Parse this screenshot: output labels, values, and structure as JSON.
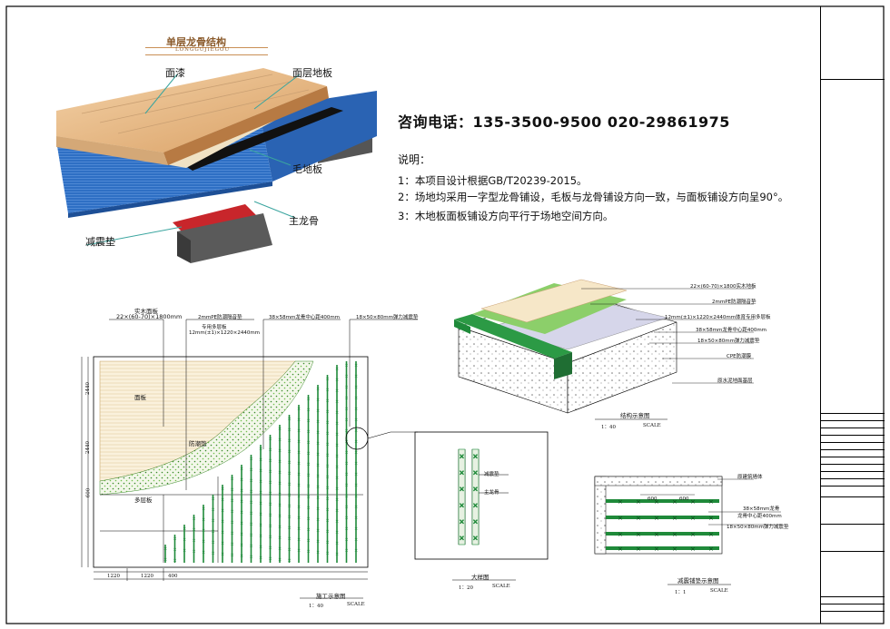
{
  "header": {
    "title_cn": "单层龙骨结构",
    "title_pinyin": "LONGGUJIEGOU"
  },
  "iso_labels": {
    "paint": "面漆",
    "surface_floor": "面层地板",
    "rough_floor": "毛地板",
    "main_keel": "主龙骨",
    "shock_pad": "减震垫"
  },
  "contact": {
    "phone_line": "咨询电话：135-3500-9500 020-29861975"
  },
  "notes": {
    "heading": "说明：",
    "items": [
      "1：本项目设计根据GB/T20239-2015。",
      "2：场地均采用一字型龙骨铺设，毛板与龙骨铺设方向一致，与面板铺设方向呈90°。",
      "3：木地板面板铺设方向平行于场地空间方向。"
    ]
  },
  "plan": {
    "callout_top1": "实木面板",
    "callout_top2": "22×(60-70)×1800mm",
    "callout_pe": "2mmPE防潮隔音垫",
    "callout_ply1": "专用多层板",
    "callout_ply2": "12mm(±1)×1220×2440mm",
    "callout_keel": "38×58mm龙骨中心距400mm",
    "callout_pad": "18×50×80mm弹力减震垫",
    "zone_face": "面板",
    "zone_pe": "防潮垫",
    "zone_ply": "多层板",
    "dim_1220a": "1220",
    "dim_1220b": "1220",
    "dim_2440a": "2440",
    "dim_2440b": "2440",
    "dim_600": "600",
    "dim_400": "400",
    "caption": "施工示意图",
    "scale": "1：40",
    "scale_word": "SCALE"
  },
  "detail": {
    "label_pad": "减震垫",
    "label_keel": "主龙骨",
    "caption": "大样图",
    "scale": "1：20",
    "scale_word": "SCALE"
  },
  "section": {
    "l1": "22×(60-70)×1800实木地板",
    "l2": "2mmPE防潮隔音垫",
    "l3": "12mm(±1)×1220×2440mm体育专用多层板",
    "l4": "38×58mm龙骨中心距400mm",
    "l5": "18×50×80mm弹力减震垫",
    "l6": "CPE防潮膜",
    "l7": "原水泥地面基层",
    "caption": "结构示意图",
    "scale": "1：40",
    "scale_word": "SCALE"
  },
  "pad_layout": {
    "wall": "原建筑墙体",
    "keel1": "38×58mm龙骨",
    "keel2": "龙骨中心距400mm",
    "pad": "18×50×80mm弹力减震垫",
    "dim_a": "600",
    "dim_b": "600",
    "caption": "减震铺垫示意图",
    "scale": "1：1",
    "scale_word": "SCALE"
  },
  "colors": {
    "wood_light": "#e9c9a0",
    "wood_dark": "#c98f55",
    "board_blue": "#2e6fc4",
    "pad_red": "#c8262b",
    "keel_green": "#1f8a3a",
    "pe_green": "#6fbf4a"
  }
}
